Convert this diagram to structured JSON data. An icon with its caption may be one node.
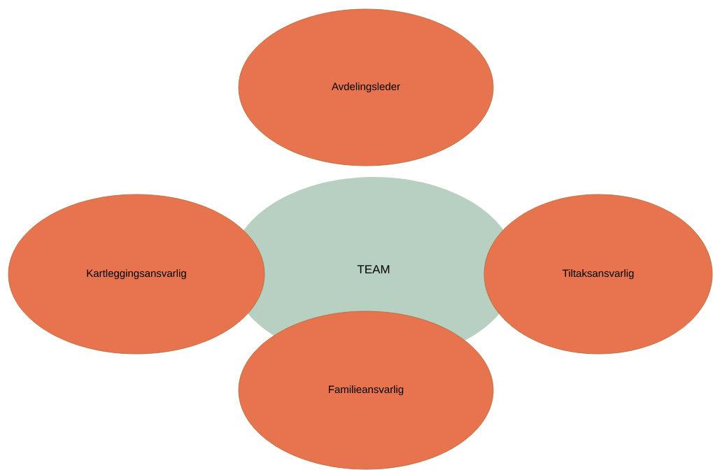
{
  "diagram": {
    "nodes": [
      {
        "text": [
          "Avdelingsleder"
        ]
      },
      {
        "text": [
          "TEAM"
        ]
      },
      {
        "text": [
          "Kartleggingsansvarlig"
        ]
      },
      {
        "text": [
          "Tiltaksansvarlig"
        ]
      },
      {
        "text": [
          "Familieansvarlig"
        ]
      }
    ]
  }
}
